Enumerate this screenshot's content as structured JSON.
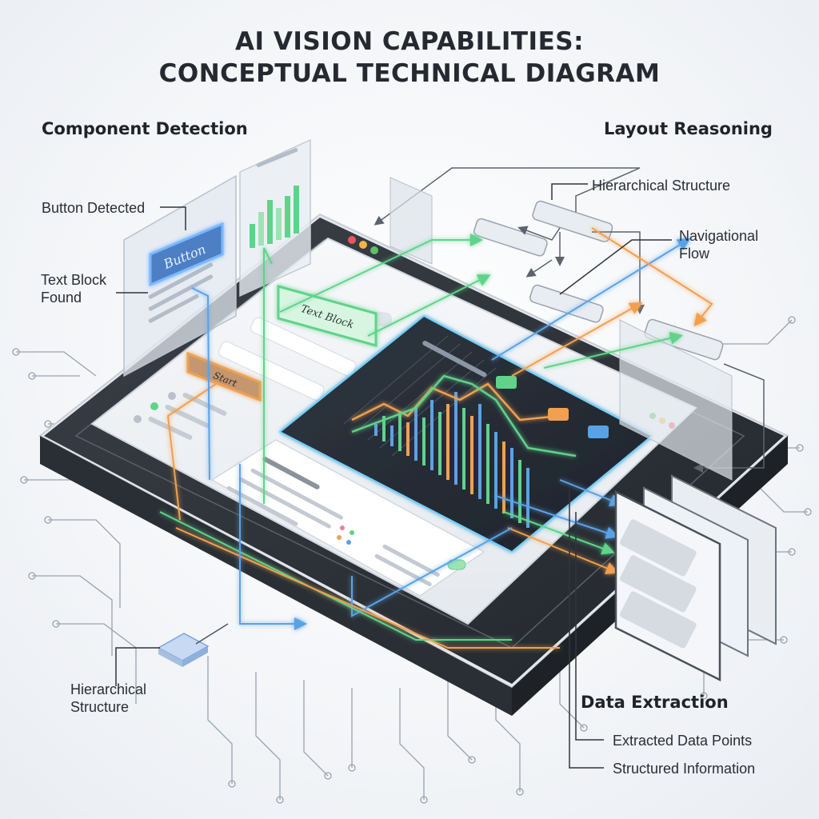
{
  "title": {
    "line1": "AI VISION CAPABILITIES:",
    "line2": "CONCEPTUAL TECHNICAL DIAGRAM"
  },
  "sections": {
    "component_detection": {
      "heading": "Component Detection",
      "labels": {
        "button_detected": "Button Detected",
        "text_block_found": "Text Block\nFound",
        "hierarchical_structure": "Hierarchical\nStructure"
      }
    },
    "layout_reasoning": {
      "heading": "Layout Reasoning",
      "labels": {
        "hierarchical_structure": "Hierarchical Structure",
        "navigational_flow": "Navigational\nFlow"
      }
    },
    "data_extraction": {
      "heading": "Data Extraction",
      "labels": {
        "extracted_data_points": "Extracted Data Points",
        "structured_information": "Structured Information"
      }
    }
  },
  "ui_mockup": {
    "button_label": "Button",
    "text_block_label": "Text Block",
    "action_label": "Start"
  },
  "colors": {
    "accent_green": "#5fd38a",
    "accent_orange": "#f0a050",
    "accent_blue": "#5aa2e6",
    "frame_dark": "#2d3238",
    "line_gray": "#7d8590"
  },
  "icons": {
    "traffic_lights": "window-control-dots-icon",
    "chip": "chip-icon"
  }
}
